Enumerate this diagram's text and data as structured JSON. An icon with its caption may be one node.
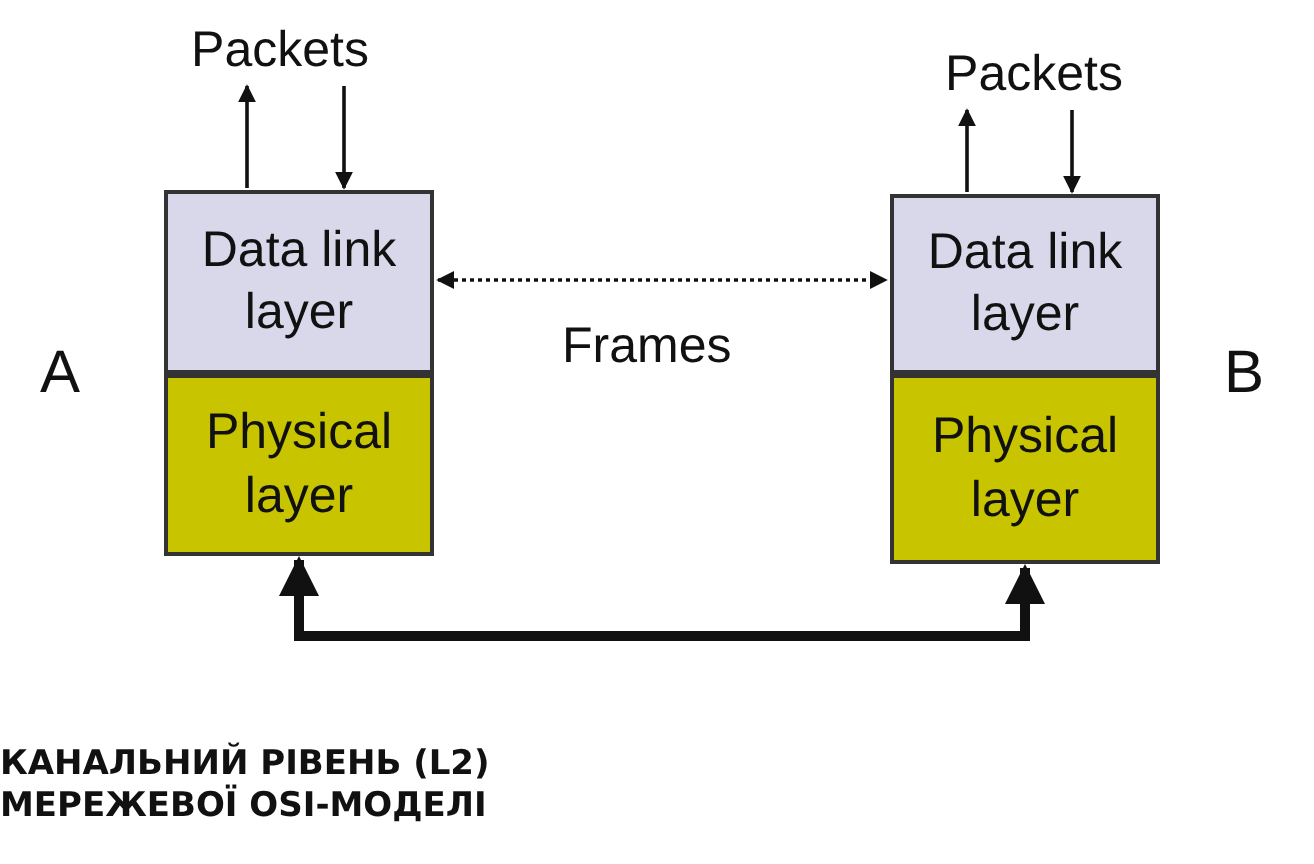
{
  "diagram": {
    "caption": "КАНАЛЬНИЙ РІВЕНЬ (L2) МЕРЕЖЕВОЇ OSI-МОДЕЛІ",
    "nodes": [
      {
        "text": [
          "Packets"
        ]
      },
      {
        "text": [
          "Data link layer"
        ]
      },
      {
        "text": [
          "Physical layer"
        ]
      },
      {
        "text": [
          "Packets"
        ]
      },
      {
        "text": [
          "Data link layer"
        ]
      },
      {
        "text": [
          "Physical layer"
        ]
      }
    ],
    "edges": [
      {
        "from": 1,
        "to": 0,
        "arrow": "to"
      },
      {
        "from": 0,
        "to": 1,
        "arrow": "to"
      },
      {
        "from": 4,
        "to": 3,
        "arrow": "to"
      },
      {
        "from": 3,
        "to": 4,
        "arrow": "to"
      },
      {
        "from": 1,
        "to": 4,
        "arrow": "both",
        "label": "Frames",
        "style": "dashed"
      },
      {
        "from": 2,
        "to": 5,
        "arrow": "both",
        "style": "thick"
      }
    ],
    "labels": [
      "A",
      "B"
    ]
  }
}
